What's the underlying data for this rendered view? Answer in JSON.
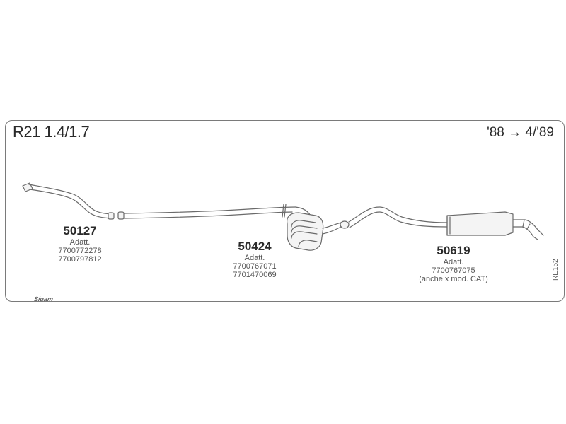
{
  "header": {
    "model": "R21 1.4/1.7",
    "period": "'88 → 4/'89"
  },
  "parts": [
    {
      "number": "50127",
      "label": "Adatt.",
      "refs": [
        "7700772278",
        "7700797812"
      ]
    },
    {
      "number": "50424",
      "label": "Adatt.",
      "refs": [
        "7700767071",
        "7701470069"
      ]
    },
    {
      "number": "50619",
      "label": "Adatt.",
      "refs": [
        "7700767075",
        "(anche x mod. CAT)"
      ]
    }
  ],
  "sheet_ref": "RE152",
  "brand": "Sigam",
  "colors": {
    "line": "#6a6a6a",
    "fill": "#f4f4f4",
    "frame": "#7a7a7a"
  }
}
